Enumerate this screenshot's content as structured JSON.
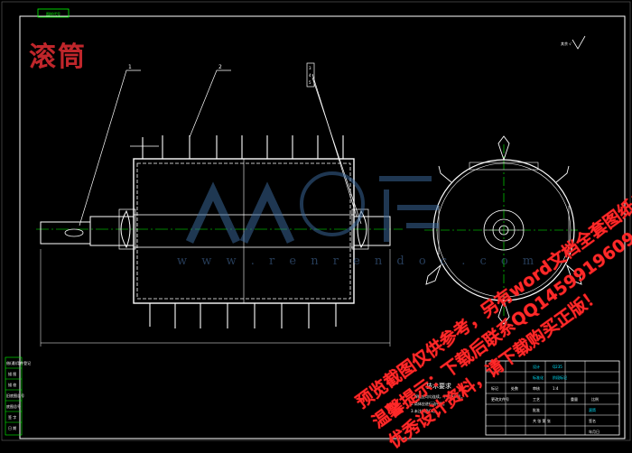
{
  "drawing": {
    "top_tab": "图样代号",
    "title_cn": "滚筒",
    "roughness_mark": "其余 √",
    "part_callouts": [
      "1",
      "2",
      "3",
      "4",
      "5"
    ],
    "tech_req": {
      "title": "技术要求",
      "items": [
        "1.焊缝应均匀连续，不得有气孔。",
        "2.筒体应进行动平衡。",
        "3.未注倒角C1。"
      ]
    },
    "watermark_url": "w w w . r e n r e n d o c . c o m",
    "watermark_logo": "人人文库",
    "promo_lines": [
      "预览截图仅供参考，另有word文档全套图纸！",
      "温馨提示：下载后联系QQ1459919609",
      "优秀设计资料，请下载购买正版！"
    ],
    "title_block": {
      "drawing_name": "滚筒",
      "material": "Q235",
      "scale": "1:4",
      "sheet": "共 张 第 张",
      "cells": [
        "标记",
        "处数",
        "分区",
        "更改文件号",
        "签名",
        "年月日",
        "设计",
        "标准化",
        "审核",
        "工艺",
        "批准",
        "阶段标记",
        "重量",
        "比例"
      ]
    },
    "side_strip": [
      "借(通)用件登记",
      "描 图",
      "描 校",
      "旧底图总号",
      "底图总号",
      "签 字",
      "日 期"
    ]
  },
  "colors": {
    "background": "#000000",
    "line": "#ffffff",
    "axis": "#00ff00",
    "dim": "#00e5ff",
    "stamp": "#c0262b",
    "promo": "#ff2a2a"
  }
}
